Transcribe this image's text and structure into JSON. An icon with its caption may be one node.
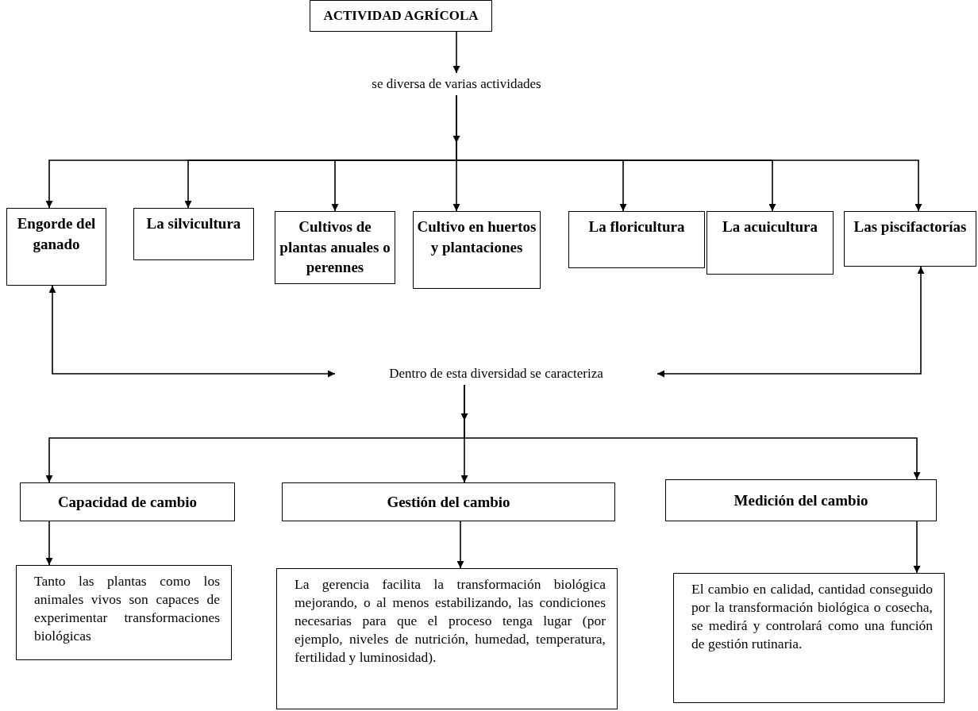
{
  "diagram": {
    "nodes": [
      {
        "text": [
          "ACTIVIDAD AGRÍCOLA"
        ]
      },
      {
        "text": [
          "se diversa de varias actividades"
        ]
      },
      {
        "text": [
          "Engorde del ganado"
        ]
      },
      {
        "text": [
          "La silvicultura"
        ]
      },
      {
        "text": [
          "Cultivos de plantas anuales o perennes"
        ]
      },
      {
        "text": [
          "Cultivo en huertos y plantaciones"
        ]
      },
      {
        "text": [
          "La floricultura"
        ]
      },
      {
        "text": [
          "La acuicultura"
        ]
      },
      {
        "text": [
          "Las piscifactorías"
        ]
      },
      {
        "text": [
          "Dentro de esta diversidad se caracteriza"
        ]
      },
      {
        "text": [
          "Capacidad de cambio"
        ]
      },
      {
        "text": [
          "Gestión del cambio"
        ]
      },
      {
        "text": [
          "Medición del cambio"
        ]
      },
      {
        "text": [
          "Tanto las plantas como los animales vivos son capaces de experimentar transformaciones biológicas"
        ]
      },
      {
        "text": [
          "La gerencia facilita la transformación biológica mejorando, o al menos estabilizando, las condiciones necesarias para que el proceso tenga lugar (por ejemplo, niveles de nutrición, humedad, temperatura, fertilidad y luminosidad)."
        ]
      },
      {
        "text": [
          "El cambio en calidad, cantidad conseguido por la transformación biológica o cosecha, se medirá y controlará como una función de gestión rutinaria."
        ]
      }
    ],
    "edges": [
      {
        "from": 0,
        "to": 1,
        "arrow": "to"
      },
      {
        "from": 1,
        "to": 2,
        "arrow": "to"
      },
      {
        "from": 1,
        "to": 3,
        "arrow": "to"
      },
      {
        "from": 1,
        "to": 4,
        "arrow": "to"
      },
      {
        "from": 1,
        "to": 5,
        "arrow": "to"
      },
      {
        "from": 1,
        "to": 6,
        "arrow": "to"
      },
      {
        "from": 1,
        "to": 7,
        "arrow": "to"
      },
      {
        "from": 1,
        "to": 8,
        "arrow": "to"
      },
      {
        "from": 2,
        "to": 9,
        "arrow": "both"
      },
      {
        "from": 8,
        "to": 9,
        "arrow": "both"
      },
      {
        "from": 9,
        "to": 10,
        "arrow": "to"
      },
      {
        "from": 9,
        "to": 11,
        "arrow": "to"
      },
      {
        "from": 9,
        "to": 12,
        "arrow": "to"
      },
      {
        "from": 10,
        "to": 13,
        "arrow": "to"
      },
      {
        "from": 11,
        "to": 14,
        "arrow": "to"
      },
      {
        "from": 12,
        "to": 15,
        "arrow": "to"
      }
    ]
  }
}
